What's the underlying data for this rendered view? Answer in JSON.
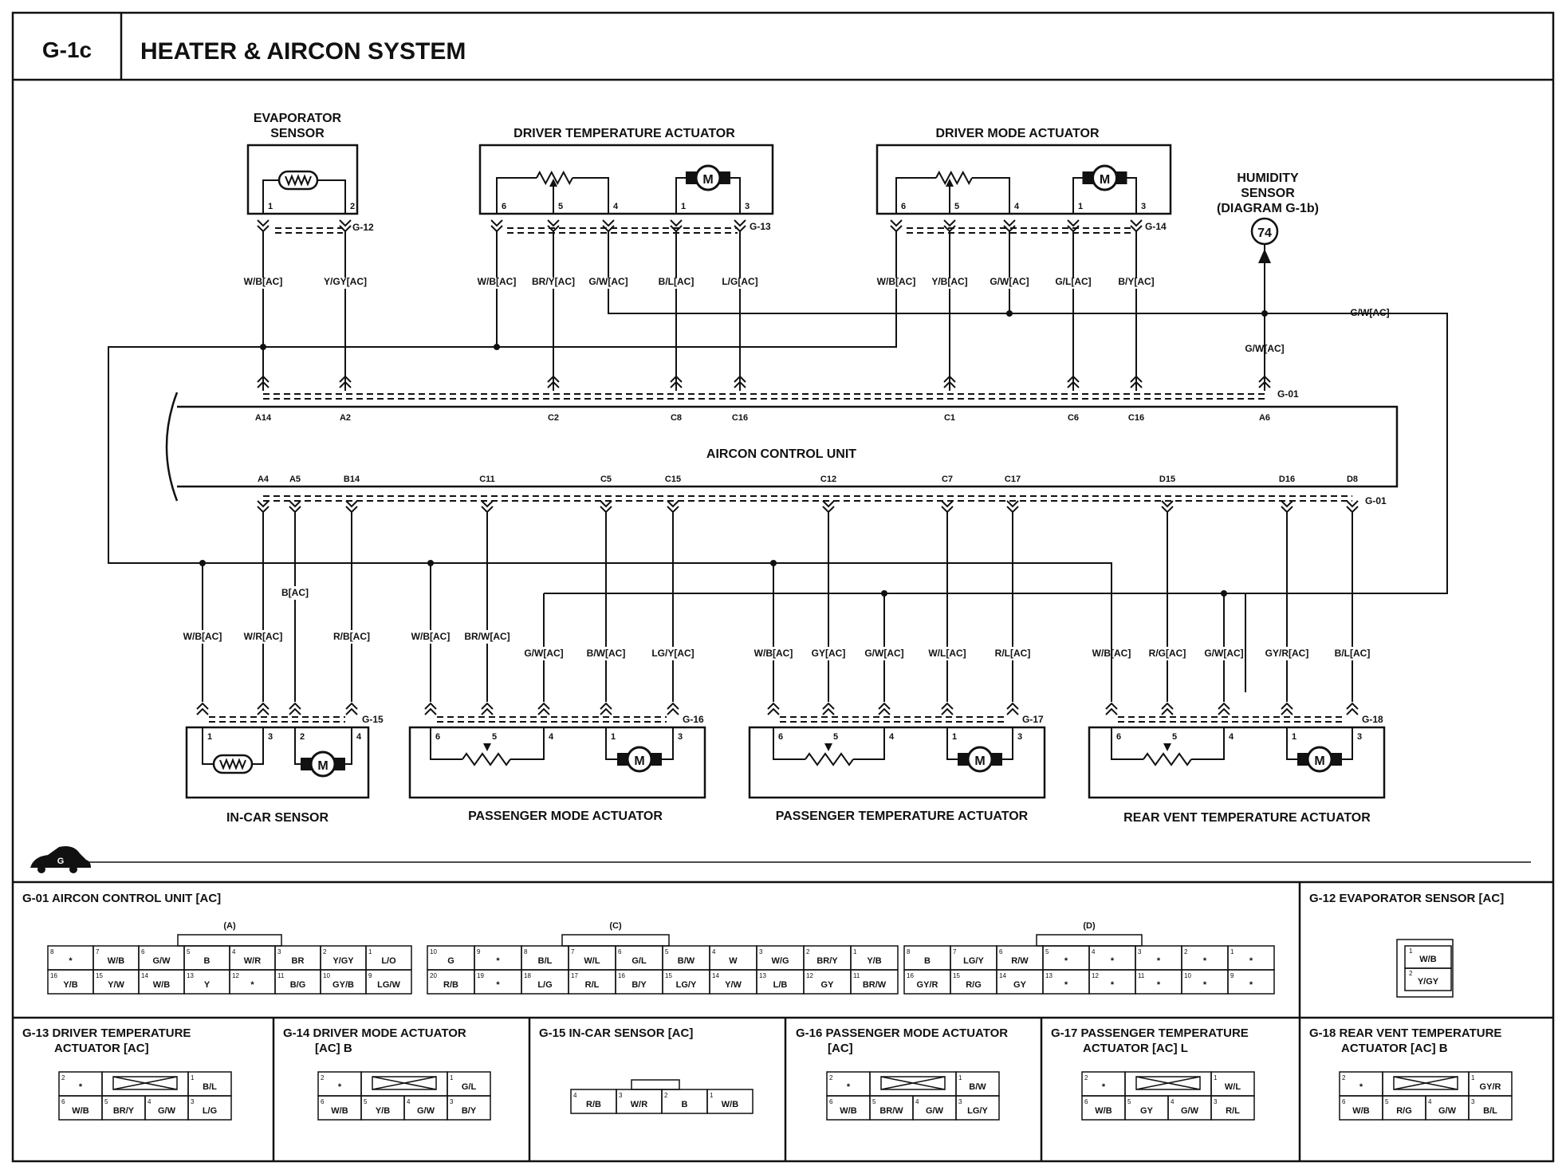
{
  "header": {
    "code": "G-1c",
    "title": "HEATER & AIRCON SYSTEM"
  },
  "components": {
    "evaporator_sensor": {
      "line1": "EVAPORATOR",
      "line2": "SENSOR"
    },
    "driver_temp_actuator": "DRIVER TEMPERATURE ACTUATOR",
    "driver_mode_actuator": "DRIVER MODE ACTUATOR",
    "humidity_sensor": {
      "line1": "HUMIDITY",
      "line2": "SENSOR",
      "line3": "(DIAGRAM G-1b)",
      "ref": "74"
    },
    "aircon_control_unit": "AIRCON CONTROL UNIT",
    "in_car_sensor": "IN-CAR SENSOR",
    "passenger_mode_actuator": "PASSENGER MODE ACTUATOR",
    "passenger_temp_actuator": "PASSENGER TEMPERATURE ACTUATOR",
    "rear_vent_temp_actuator": "REAR VENT TEMPERATURE ACTUATOR",
    "motor_symbol": "M",
    "ground_symbol": "G"
  },
  "connectors": {
    "g12": "G-12",
    "g13": "G-13",
    "g14": "G-14",
    "g01_top": "G-01",
    "g01_bottom": "G-01",
    "g15": "G-15",
    "g16": "G-16",
    "g17": "G-17",
    "g18": "G-18"
  },
  "top_pins": {
    "evap": [
      "1",
      "2"
    ],
    "dta": [
      "6",
      "5",
      "4",
      "1",
      "3"
    ],
    "dma": [
      "6",
      "5",
      "4",
      "1",
      "3"
    ]
  },
  "bottom_pins": {
    "incar": [
      "1",
      "3",
      "2",
      "4"
    ],
    "pma": [
      "6",
      "5",
      "4",
      "1",
      "3"
    ],
    "pta": [
      "6",
      "5",
      "4",
      "1",
      "3"
    ],
    "rva": [
      "6",
      "5",
      "4",
      "1",
      "3"
    ]
  },
  "acu_top_pins": [
    "A14",
    "A2",
    "C2",
    "C8",
    "C16",
    "C1",
    "C6",
    "C16",
    "A6"
  ],
  "acu_bottom_pins": [
    "A4",
    "A5",
    "B14",
    "C11",
    "C5",
    "C15",
    "C12",
    "C7",
    "C17",
    "D15",
    "D16",
    "D8"
  ],
  "wire_labels_top": {
    "evap": [
      "W/B[AC]",
      "Y/GY[AC]"
    ],
    "dta": [
      "W/B[AC]",
      "BR/Y[AC]",
      "G/W[AC]",
      "B/L[AC]",
      "L/G[AC]"
    ],
    "dma": [
      "W/B[AC]",
      "Y/B[AC]",
      "G/W[AC]",
      "G/L[AC]",
      "B/Y[AC]"
    ],
    "humidity_bus": "G/W[AC]",
    "humidity_drop": "G/W[AC]"
  },
  "wire_labels_bottom": {
    "incar": [
      "W/B[AC]",
      "W/R[AC]",
      "B[AC]",
      "R/B[AC]"
    ],
    "pma": [
      "W/B[AC]",
      "BR/W[AC]",
      "G/W[AC]",
      "B/W[AC]",
      "LG/Y[AC]"
    ],
    "pta": [
      "W/B[AC]",
      "GY[AC]",
      "G/W[AC]",
      "W/L[AC]",
      "R/L[AC]"
    ],
    "rva": [
      "W/B[AC]",
      "R/G[AC]",
      "G/W[AC]",
      "GY/R[AC]",
      "B/L[AC]"
    ]
  },
  "panels": {
    "g01": {
      "title": "G-01 AIRCON CONTROL UNIT [AC]",
      "group_a": "(A)",
      "group_c": "(C)",
      "group_d": "(D)",
      "a_top": [
        [
          "8",
          "*"
        ],
        [
          "7",
          "W/B"
        ],
        [
          "6",
          "G/W"
        ],
        [
          "5",
          "B"
        ],
        [
          "4",
          "W/R"
        ],
        [
          "3",
          "BR"
        ],
        [
          "2",
          "Y/GY"
        ],
        [
          "1",
          "L/O"
        ]
      ],
      "a_bot": [
        [
          "16",
          "Y/B"
        ],
        [
          "15",
          "Y/W"
        ],
        [
          "14",
          "W/B"
        ],
        [
          "13",
          "Y"
        ],
        [
          "12",
          "*"
        ],
        [
          "11",
          "B/G"
        ],
        [
          "10",
          "GY/B"
        ],
        [
          "9",
          "LG/W"
        ]
      ],
      "c_top": [
        [
          "10",
          "G"
        ],
        [
          "9",
          "*"
        ],
        [
          "8",
          "B/L"
        ],
        [
          "7",
          "W/L"
        ],
        [
          "6",
          "G/L"
        ],
        [
          "5",
          "B/W"
        ],
        [
          "4",
          "W"
        ],
        [
          "3",
          "W/G"
        ],
        [
          "2",
          "BR/Y"
        ],
        [
          "1",
          "Y/B"
        ]
      ],
      "c_bot": [
        [
          "20",
          "R/B"
        ],
        [
          "19",
          "*"
        ],
        [
          "18",
          "L/G"
        ],
        [
          "17",
          "R/L"
        ],
        [
          "16",
          "B/Y"
        ],
        [
          "15",
          "LG/Y"
        ],
        [
          "14",
          "Y/W"
        ],
        [
          "13",
          "L/B"
        ],
        [
          "12",
          "GY"
        ],
        [
          "11",
          "BR/W"
        ]
      ],
      "d_top": [
        [
          "8",
          "B"
        ],
        [
          "7",
          "LG/Y"
        ],
        [
          "6",
          "R/W"
        ],
        [
          "5",
          "*"
        ],
        [
          "4",
          "*"
        ],
        [
          "3",
          "*"
        ],
        [
          "2",
          "*"
        ],
        [
          "1",
          "*"
        ]
      ],
      "d_bot": [
        [
          "16",
          "GY/R"
        ],
        [
          "15",
          "R/G"
        ],
        [
          "14",
          "GY"
        ],
        [
          "13",
          "*"
        ],
        [
          "12",
          "*"
        ],
        [
          "11",
          "*"
        ],
        [
          "10",
          "*"
        ],
        [
          "9",
          "*"
        ]
      ]
    },
    "g12": {
      "title": "G-12 EVAPORATOR SENSOR [AC]",
      "cells": [
        [
          "1",
          "W/B"
        ],
        [
          "2",
          "Y/GY"
        ]
      ]
    },
    "g13": {
      "title1": "G-13 DRIVER TEMPERATURE",
      "title2": "ACTUATOR [AC]",
      "top": [
        [
          "2",
          "*"
        ],
        [
          "1",
          "B/L"
        ]
      ],
      "bot": [
        [
          "6",
          "W/B"
        ],
        [
          "5",
          "BR/Y"
        ],
        [
          "4",
          "G/W"
        ],
        [
          "3",
          "L/G"
        ]
      ]
    },
    "g14": {
      "title1": "G-14 DRIVER MODE ACTUATOR",
      "title2": "[AC] B",
      "top": [
        [
          "2",
          "*"
        ],
        [
          "1",
          "G/L"
        ]
      ],
      "bot": [
        [
          "6",
          "W/B"
        ],
        [
          "5",
          "Y/B"
        ],
        [
          "4",
          "G/W"
        ],
        [
          "3",
          "B/Y"
        ]
      ]
    },
    "g15": {
      "title": "G-15 IN-CAR SENSOR [AC]",
      "cells": [
        [
          "4",
          "R/B"
        ],
        [
          "3",
          "W/R"
        ],
        [
          "2",
          "B"
        ],
        [
          "1",
          "W/B"
        ]
      ]
    },
    "g16": {
      "title1": "G-16 PASSENGER MODE ACTUATOR",
      "title2": "[AC]",
      "top": [
        [
          "2",
          "*"
        ],
        [
          "1",
          "B/W"
        ]
      ],
      "bot": [
        [
          "6",
          "W/B"
        ],
        [
          "5",
          "BR/W"
        ],
        [
          "4",
          "G/W"
        ],
        [
          "3",
          "LG/Y"
        ]
      ]
    },
    "g17": {
      "title1": "G-17 PASSENGER TEMPERATURE",
      "title2": "ACTUATOR [AC] L",
      "top": [
        [
          "2",
          "*"
        ],
        [
          "1",
          "W/L"
        ]
      ],
      "bot": [
        [
          "6",
          "W/B"
        ],
        [
          "5",
          "GY"
        ],
        [
          "4",
          "G/W"
        ],
        [
          "3",
          "R/L"
        ]
      ]
    },
    "g18": {
      "title1": "G-18 REAR VENT TEMPERATURE",
      "title2": "ACTUATOR [AC] B",
      "top": [
        [
          "2",
          "*"
        ],
        [
          "1",
          "GY/R"
        ]
      ],
      "bot": [
        [
          "6",
          "W/B"
        ],
        [
          "5",
          "R/G"
        ],
        [
          "4",
          "G/W"
        ],
        [
          "3",
          "B/L"
        ]
      ]
    }
  }
}
